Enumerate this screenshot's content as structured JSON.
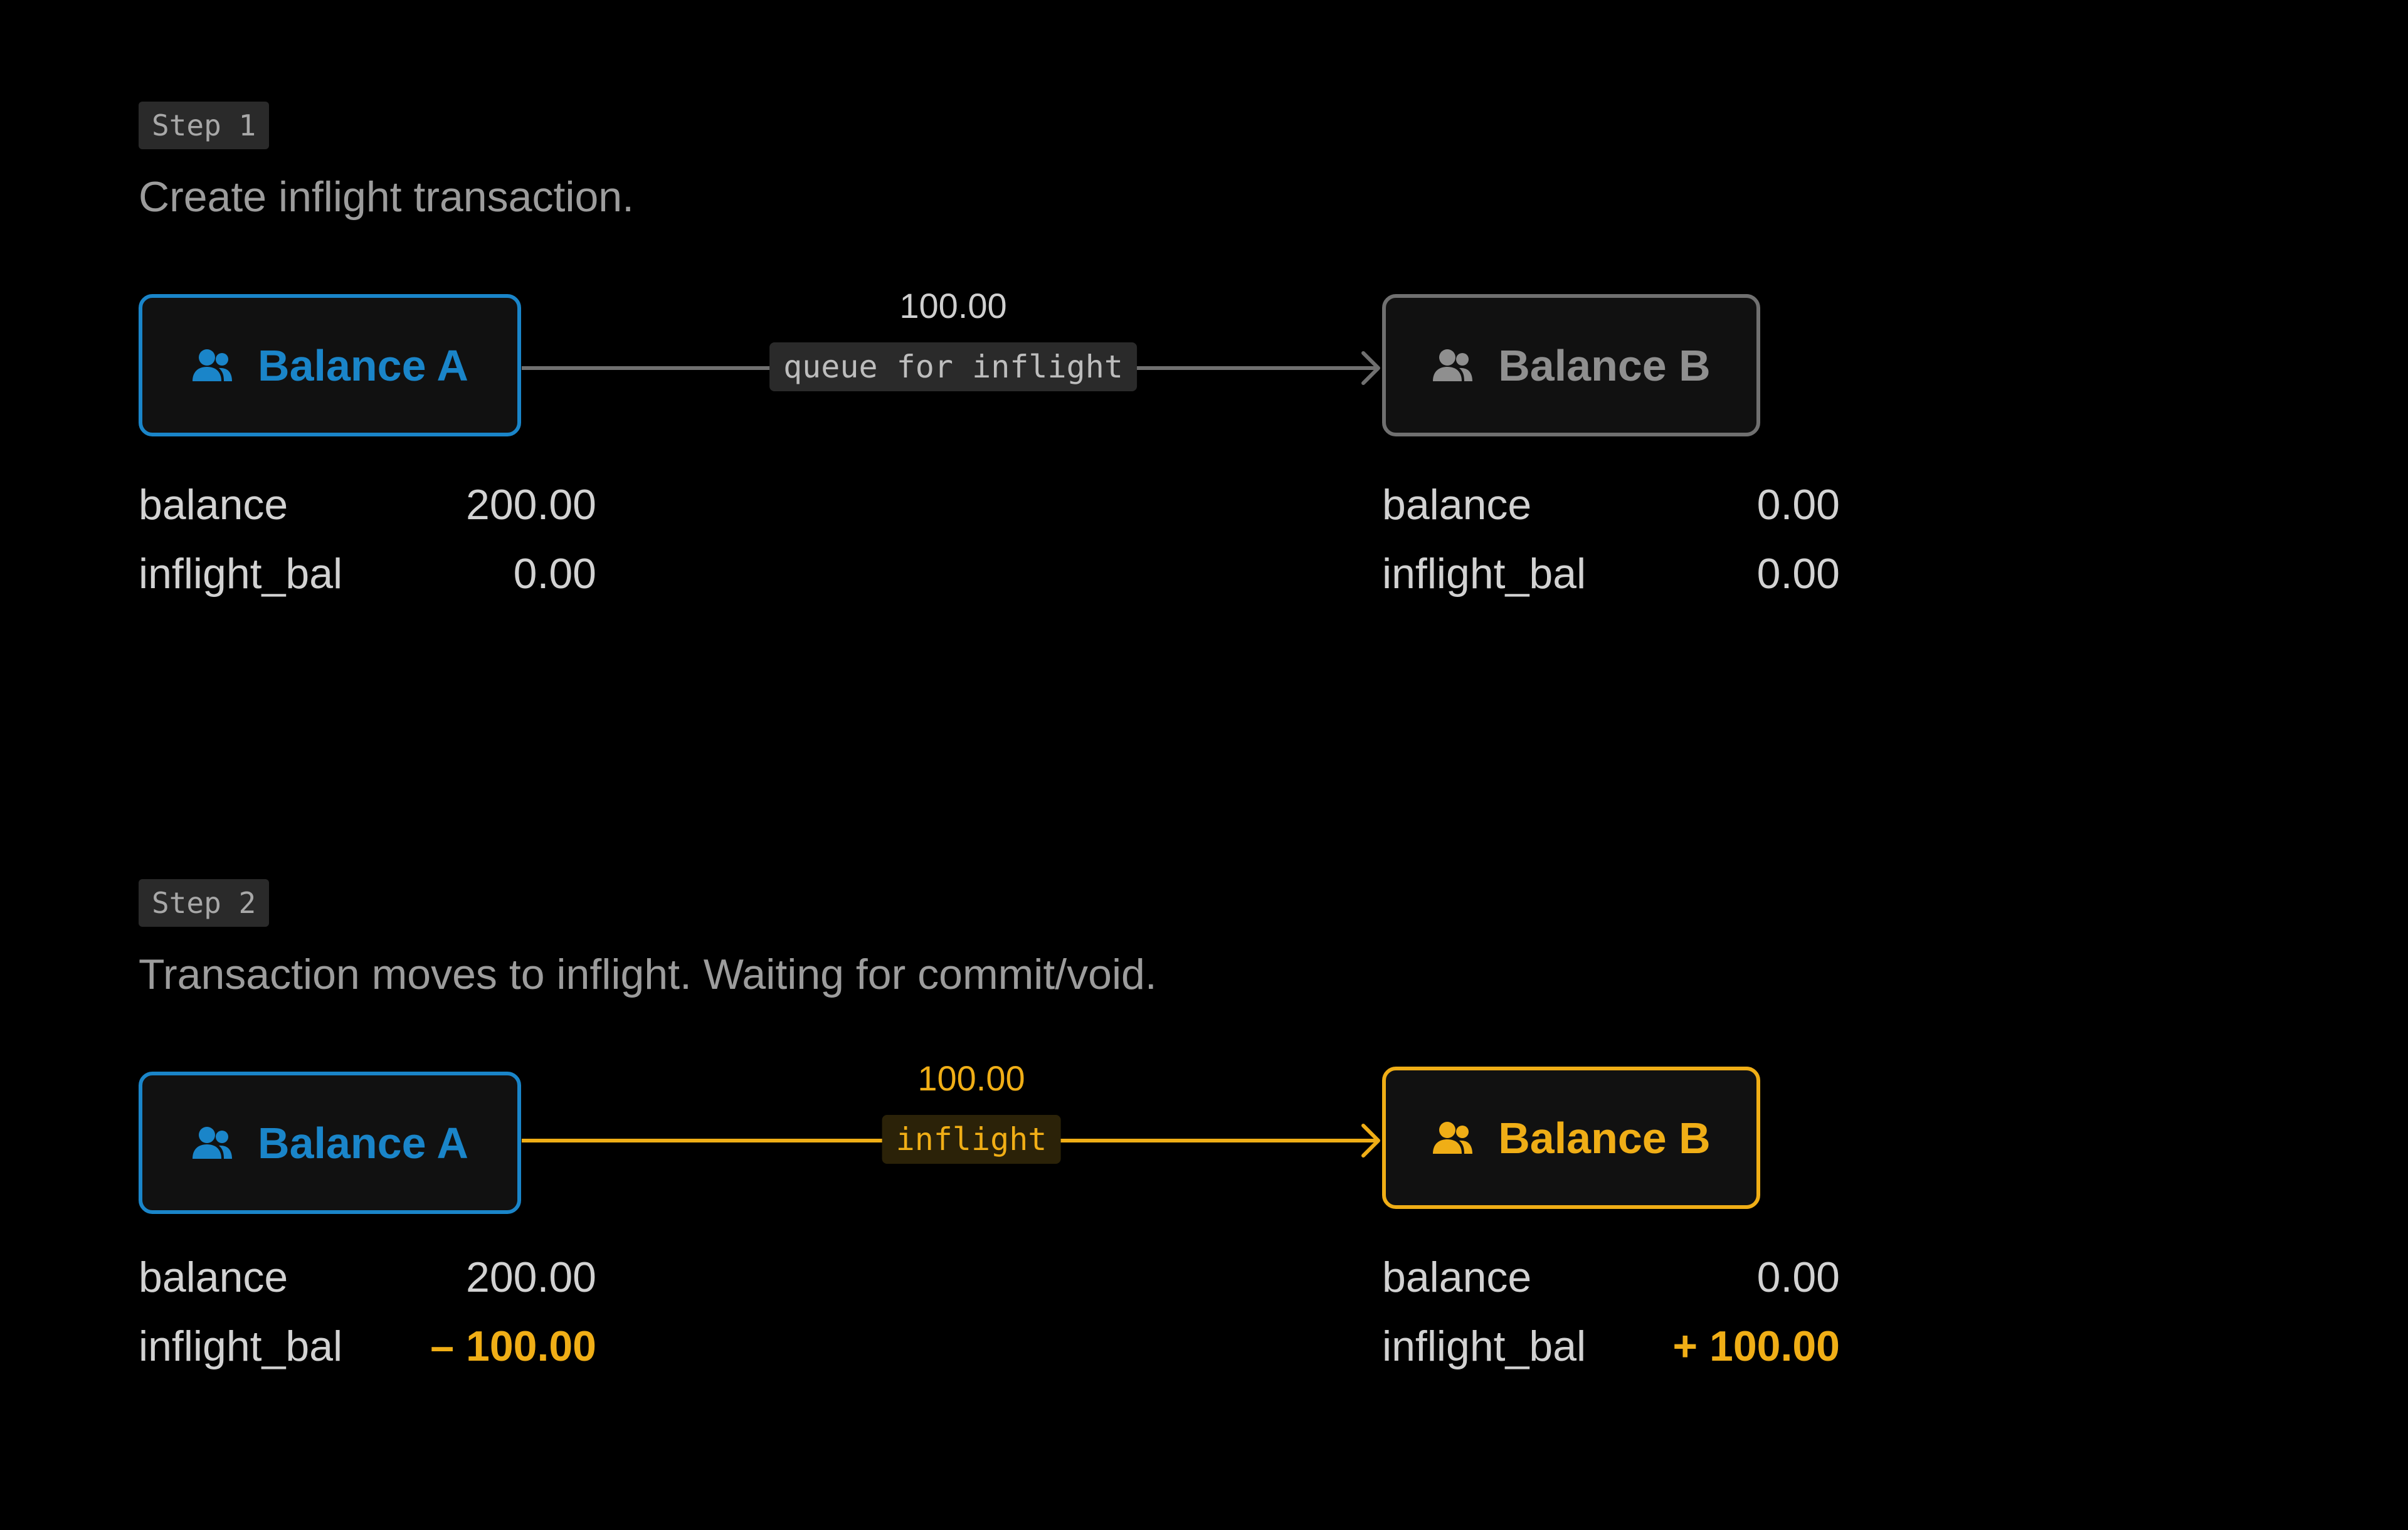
{
  "steps": [
    {
      "badge": "Step 1",
      "description": "Create inflight transaction.",
      "source": {
        "label": "Balance A",
        "color": "#1a85c9",
        "icon": "users-icon"
      },
      "target": {
        "label": "Balance B",
        "color": "#8f8f8f",
        "icon": "users-icon"
      },
      "edge": {
        "amount": "100.00",
        "label": "queue for inflight",
        "color": "#707070"
      },
      "source_stats": [
        {
          "key": "balance",
          "value": "200.00"
        },
        {
          "key": "inflight_bal",
          "value": "0.00"
        }
      ],
      "target_stats": [
        {
          "key": "balance",
          "value": "0.00"
        },
        {
          "key": "inflight_bal",
          "value": "0.00"
        }
      ]
    },
    {
      "badge": "Step 2",
      "description": "Transaction moves to inflight. Waiting for commit/void.",
      "source": {
        "label": "Balance A",
        "color": "#1a85c9",
        "icon": "users-icon"
      },
      "target": {
        "label": "Balance B",
        "color": "#f0ae16",
        "icon": "users-icon"
      },
      "edge": {
        "amount": "100.00",
        "label": "inflight",
        "color": "#f0ae16"
      },
      "source_stats": [
        {
          "key": "balance",
          "value": "200.00"
        },
        {
          "key": "inflight_bal",
          "value": "– 100.00"
        }
      ],
      "target_stats": [
        {
          "key": "balance",
          "value": "0.00"
        },
        {
          "key": "inflight_bal",
          "value": "+ 100.00"
        }
      ]
    }
  ]
}
